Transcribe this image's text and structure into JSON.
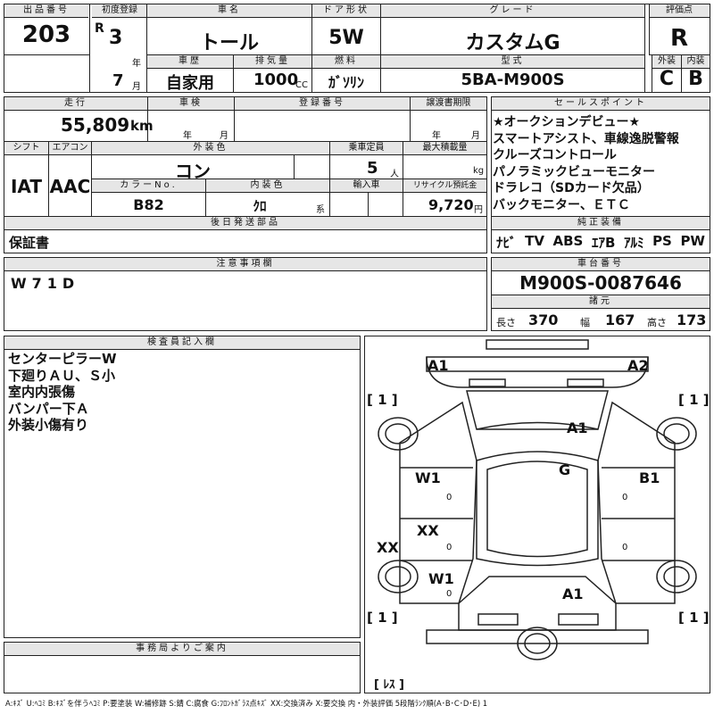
{
  "headers": {
    "lot_no": "出品番号",
    "first_reg": "初度登録",
    "car_name": "車名",
    "door": "ドア形状",
    "grade": "グレード",
    "eval": "評価点",
    "era": "R",
    "year_unit": "年",
    "month_unit": "月",
    "history": "車歴",
    "displacement": "排気量",
    "fuel": "燃料",
    "model": "型式",
    "exterior": "外装",
    "interior": "内装",
    "cc": "CC",
    "mileage": "走行",
    "inspection": "車検",
    "reg_no": "登録番号",
    "transfer_deadline": "譲渡書期限",
    "km": "km",
    "shift": "シフト",
    "aircon": "エアコン",
    "ext_color": "外装色",
    "capacity": "乗車定員",
    "max_load": "最大積載量",
    "persons": "人",
    "kg": "kg",
    "color_no": "カラーNo.",
    "int_color": "内装色",
    "import": "輸入車",
    "recycle": "リサイクル預託金",
    "yen": "円",
    "kei": "系",
    "later_parts": "後日発送部品",
    "sales_points": "セールスポイント",
    "genuine": "純正装備",
    "notes": "注意事項欄",
    "chassis": "車台番号",
    "dims": "諸元",
    "len": "長さ",
    "wid": "幅",
    "hgt": "高さ",
    "inspector": "検査員記入欄",
    "office": "事務局よりご案内"
  },
  "vehicle": {
    "lot_no": "203",
    "reg_year": "3",
    "reg_month": "7",
    "name": "トール",
    "door": "5W",
    "grade": "カスタムG",
    "score": "R",
    "history": "自家用",
    "displacement": "1000",
    "fuel": "ｶﾞｿﾘﾝ",
    "model": "5BA-M900S",
    "ext_score": "C",
    "int_score": "B",
    "mileage": "55,809",
    "shift": "IAT",
    "aircon": "AAC",
    "color": "コン",
    "capacity": "5",
    "color_no": "B82",
    "int_color": "ｸﾛ",
    "recycle": "9,720",
    "later_parts": "保証書",
    "notes": "W71D",
    "chassis_no": "M900S-0087646",
    "length": "370",
    "width": "167",
    "height": "173"
  },
  "sales_points": [
    "★オークションデビュー★",
    "スマートアシスト、車線逸脱警報",
    "クルーズコントロール",
    "パノラミックビューモニター",
    "ドラレコ（SDカード欠品）",
    "バックモニター、ＥＴＣ"
  ],
  "equipment": [
    "ﾅﾋﾞ",
    "TV",
    "ABS",
    "ｴｱB",
    "ｱﾙﾐ",
    "PS",
    "PW"
  ],
  "inspector_notes": [
    "センターピラーW",
    "下廻りＡＵ、Ｓ小",
    "室内内張傷",
    "バンパー下Ａ",
    "外装小傷有り"
  ],
  "diagram": {
    "tl": "A1",
    "tr": "A2",
    "hood": "A1",
    "roof": "G",
    "lf_door": "W1",
    "rf_door": "B1",
    "lr_door": "XX",
    "lr_fender": "W1",
    "trunk": "A1",
    "side_xx": "XX",
    "tire_lf": "[ 1 ]",
    "tire_rf": "[ 1 ]",
    "tire_lr": "[ 1 ]",
    "tire_rr": "[ 1 ]",
    "spare": "[ ﾚｽ ]",
    "zero1": "0",
    "zero2": "0",
    "zero3": "0",
    "zero4": "0",
    "zero5": "0"
  },
  "legend": "A:ｷｽﾞ U:ﾍｺﾐ B:ｷｽﾞを伴うﾍｺﾐ P:要塗装 W:補修跡 S:錆 C:腐食 G:ﾌﾛﾝﾄｶﾞﾗｽ点ｷｽﾞ XX:交換済み X:要交換 内・外装評価 5段階ﾗﾝｸ順(A･B･C･D･E) 1"
}
